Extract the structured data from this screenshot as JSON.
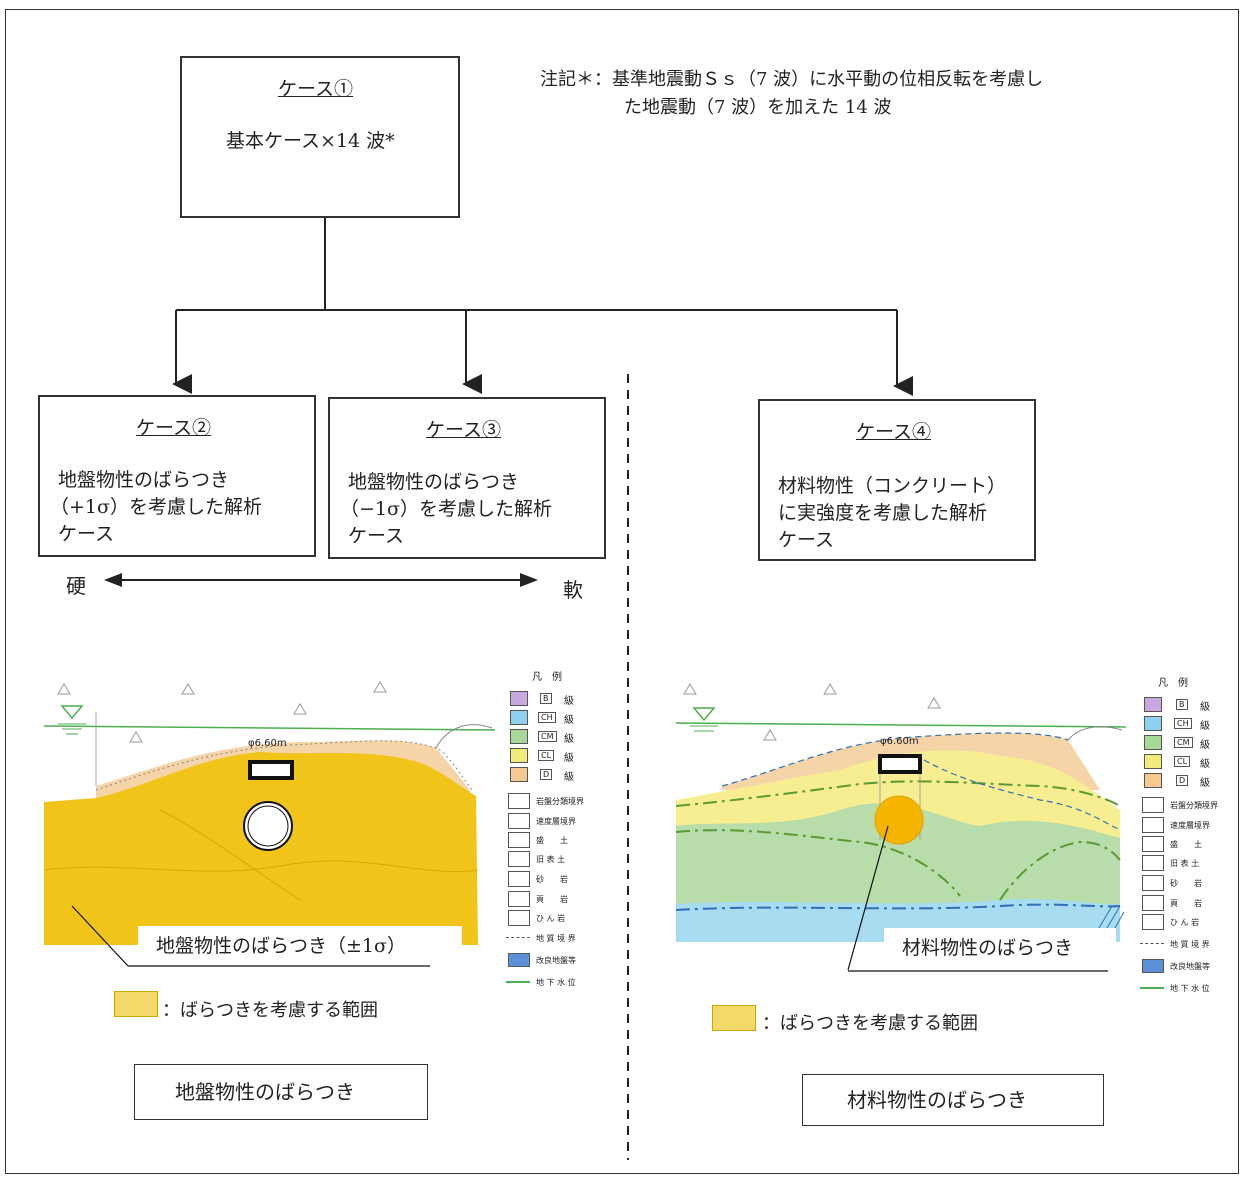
{
  "case1": {
    "title": "ケース①",
    "body": "基本ケース×14 波*"
  },
  "note": {
    "line1": "注記＊：基準地震動Ｓｓ（7 波）に水平動の位相反転を考慮し",
    "line2": "た地震動（7 波）を加えた 14 波"
  },
  "case2": {
    "title": "ケース②",
    "line1": "地盤物性のばらつき",
    "line2": "（+1σ）を考慮した解析",
    "line3": "ケース"
  },
  "case3": {
    "title": "ケース③",
    "line1": "地盤物性のばらつき",
    "line2": "（−1σ）を考慮した解析",
    "line3": "ケース"
  },
  "case4": {
    "title": "ケース④",
    "line1": "材料物性（コンクリート）",
    "line2": "に実強度を考慮した解析",
    "line3": "ケース"
  },
  "arrow": {
    "hard": "硬",
    "soft": "軟"
  },
  "left_fig": {
    "pipe_label": "φ6.60m",
    "callout": "地盤物性のばらつき（±1σ）",
    "range_label": "：ばらつきを考慮する範囲",
    "caption": "地盤物性のばらつき"
  },
  "right_fig": {
    "pipe_label": "φ6.60m",
    "callout": "材料物性のばらつき",
    "range_label": "：ばらつきを考慮する範囲",
    "caption": "材料物性のばらつき"
  },
  "legend": {
    "title": "凡　例",
    "items": [
      {
        "code": "B",
        "label": "級",
        "color": "#c9a8e0"
      },
      {
        "code": "CH",
        "label": "級",
        "color": "#8ed1ee"
      },
      {
        "code": "CM",
        "label": "級",
        "color": "#a6d89a"
      },
      {
        "code": "CL",
        "label": "級",
        "color": "#f2ea7a"
      },
      {
        "code": "D",
        "label": "級",
        "color": "#f5c98f"
      }
    ],
    "lines": [
      "岩盤分類境界",
      "速度層境界",
      "盛　　土",
      "旧 表 土",
      "砂　　岩",
      "頁　　岩",
      "ひ ん 岩",
      "地 質 境 界",
      "改良地盤等",
      "地 下 水 位"
    ]
  },
  "colors": {
    "range": "#f5d86a",
    "ground_yellow": "#f0c419",
    "water_line": "#4caf50"
  }
}
